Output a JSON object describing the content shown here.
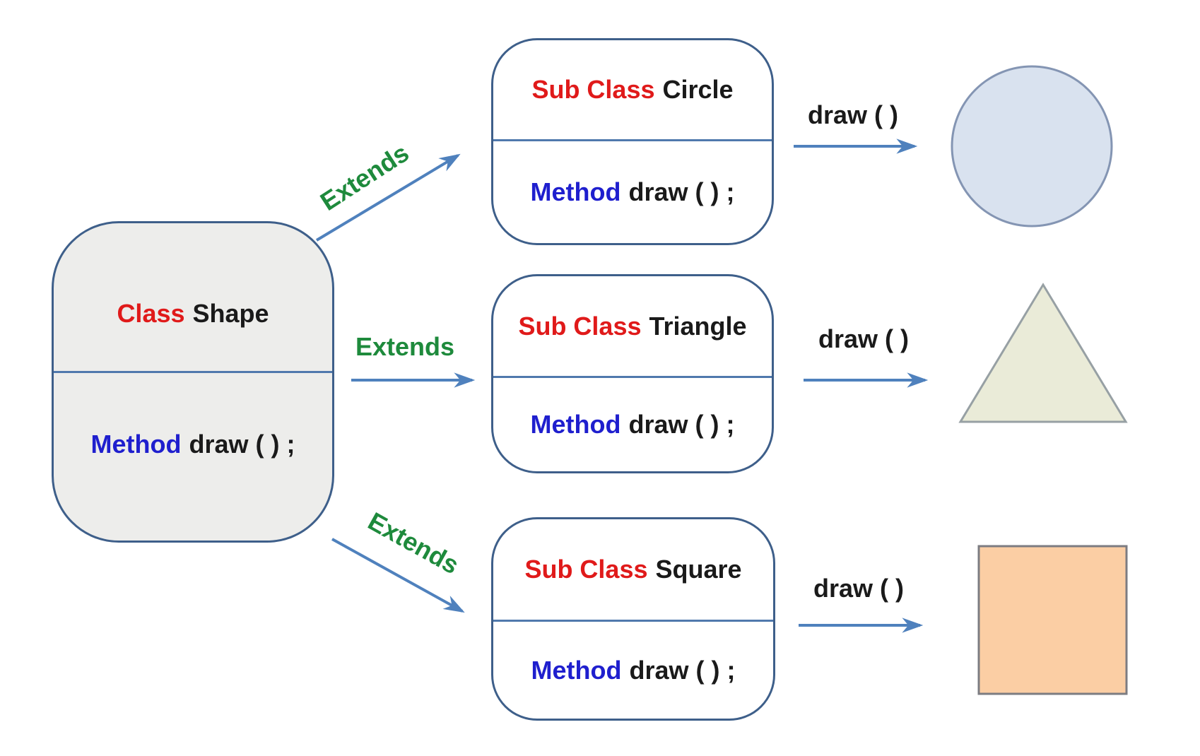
{
  "colors": {
    "box-border": "#3E5F8A",
    "divider": "#5079AD",
    "main-box-fill": "#EDEDEB",
    "sub-box-fill": "#FFFFFF",
    "keyword-red": "#E01A1A",
    "method-blue": "#1F1FCE",
    "extends-green": "#1E8A3C",
    "arrow-blue": "#4F81BD",
    "text-black": "#1A1A1A",
    "circle-fill": "#D9E2EF",
    "circle-stroke": "#8495B3",
    "triangle-fill": "#EAEBD8",
    "triangle-stroke": "#97A0A4",
    "square-fill": "#FBCEA4",
    "square-stroke": "#7C7C82"
  },
  "main_class": {
    "keyword": "Class",
    "name": "Shape",
    "method_keyword": "Method",
    "method_signature": "draw ( ) ;"
  },
  "subclasses": [
    {
      "keyword": "Sub Class",
      "name": "Circle",
      "method_keyword": "Method",
      "method_signature": "draw ( ) ;",
      "extends_label": "Extends",
      "draw_label": "draw ( )",
      "result_shape": "circle"
    },
    {
      "keyword": "Sub Class",
      "name": "Triangle",
      "method_keyword": "Method",
      "method_signature": "draw ( ) ;",
      "extends_label": "Extends",
      "draw_label": "draw ( )",
      "result_shape": "triangle"
    },
    {
      "keyword": "Sub Class",
      "name": "Square",
      "method_keyword": "Method",
      "method_signature": "draw ( ) ;",
      "extends_label": "Extends",
      "draw_label": "draw ( )",
      "result_shape": "square"
    }
  ]
}
